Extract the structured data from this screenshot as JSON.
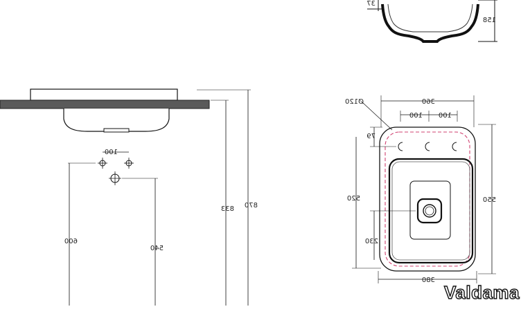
{
  "dimensions": {
    "top_small": "37",
    "top_height": "158",
    "hole_spacing_side": "100",
    "height_833": "833",
    "height_870": "870",
    "height_600": "600",
    "height_540": "540",
    "width_360": "360",
    "diameter": "Ø120",
    "hole_left": "100",
    "hole_right": "100",
    "offset_79": "79",
    "inner_520": "520",
    "outer_550": "550",
    "drain_230": "230",
    "bottom_380": "380"
  },
  "brand": {
    "name": "Valdama"
  },
  "colors": {
    "line": "#111111",
    "counter": "#555555",
    "dashed": "#d04070"
  }
}
